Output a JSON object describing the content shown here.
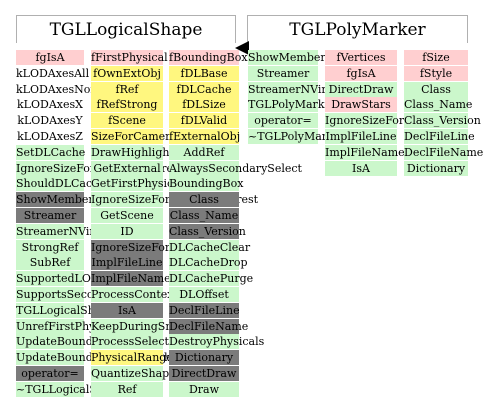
{
  "classes": [
    {
      "id": "tgllogicalshape",
      "title": "TGLLogicalShape"
    },
    {
      "id": "tglpolymarker",
      "title": "TGLPolyMarker"
    }
  ],
  "tgllogicalshape": {
    "col1": [
      {
        "t": "fgIsA",
        "c": "pink"
      },
      {
        "t": "kLODAxesAll",
        "c": "white"
      },
      {
        "t": "kLODAxesNone",
        "c": "white"
      },
      {
        "t": "kLODAxesX",
        "c": "white"
      },
      {
        "t": "kLODAxesY",
        "c": "white"
      },
      {
        "t": "kLODAxesZ",
        "c": "white"
      },
      {
        "t": "SetDLCache",
        "c": "green"
      },
      {
        "t": "IgnoreSizeForCameraInterest",
        "c": "green"
      },
      {
        "t": "ShouldDLCache",
        "c": "green"
      },
      {
        "t": "ShowMembers",
        "c": "gray"
      },
      {
        "t": "Streamer",
        "c": "gray"
      },
      {
        "t": "StreamerNVirtual",
        "c": "green"
      },
      {
        "t": "StrongRef",
        "c": "green"
      },
      {
        "t": "SubRef",
        "c": "green"
      },
      {
        "t": "SupportedLODAxes",
        "c": "green"
      },
      {
        "t": "SupportsSecondarySelect",
        "c": "green"
      },
      {
        "t": "TGLLogicalShape",
        "c": "green"
      },
      {
        "t": "UnrefFirstPhysical",
        "c": "green"
      },
      {
        "t": "UpdateBoundingBox",
        "c": "green"
      },
      {
        "t": "UpdateBoundingBoxesOfPhysicals",
        "c": "green"
      },
      {
        "t": "operator=",
        "c": "gray"
      },
      {
        "t": "~TGLLogicalShape",
        "c": "green"
      }
    ],
    "col2": [
      {
        "t": "fFirstPhysical",
        "c": "pink"
      },
      {
        "t": "fOwnExtObj",
        "c": "yellow"
      },
      {
        "t": "fRef",
        "c": "yellow"
      },
      {
        "t": "fRefStrong",
        "c": "yellow"
      },
      {
        "t": "fScene",
        "c": "yellow"
      },
      {
        "t": "SizeForCameraInterest",
        "c": "yellow"
      },
      {
        "t": "DrawHighlight",
        "c": "green"
      },
      {
        "t": "GetExternal",
        "c": "green"
      },
      {
        "t": "GetFirstPhysical",
        "c": "green"
      },
      {
        "t": "IgnoreSizeForCameraInterest",
        "c": "green"
      },
      {
        "t": "GetScene",
        "c": "green"
      },
      {
        "t": "ID",
        "c": "green"
      },
      {
        "t": "IgnoreSizeForOfInterest",
        "c": "gray"
      },
      {
        "t": "ImplFileLine",
        "c": "gray"
      },
      {
        "t": "ImplFileName",
        "c": "gray"
      },
      {
        "t": "ProcessContextMenu",
        "c": "green"
      },
      {
        "t": "IsA",
        "c": "gray"
      },
      {
        "t": "KeepDuringSmartRefresh",
        "c": "green"
      },
      {
        "t": "ProcessSelection",
        "c": "green"
      },
      {
        "t": "PhysicalRange",
        "c": "yellow"
      },
      {
        "t": "QuantizeShapeLOD",
        "c": "green"
      },
      {
        "t": "Ref",
        "c": "green"
      }
    ],
    "col3": [
      {
        "t": "fBoundingBox",
        "c": "pink"
      },
      {
        "t": "fDLBase",
        "c": "yellow"
      },
      {
        "t": "fDLCache",
        "c": "yellow"
      },
      {
        "t": "fDLSize",
        "c": "yellow"
      },
      {
        "t": "fDLValid",
        "c": "yellow"
      },
      {
        "t": "fExternalObj",
        "c": "yellow"
      },
      {
        "t": "AddRef",
        "c": "green"
      },
      {
        "t": "AlwaysSecondarySelect",
        "c": "green"
      },
      {
        "t": "BoundingBox",
        "c": "green"
      },
      {
        "t": "Class",
        "c": "gray"
      },
      {
        "t": "Class_Name",
        "c": "gray"
      },
      {
        "t": "Class_Version",
        "c": "gray"
      },
      {
        "t": "DLCacheClear",
        "c": "green"
      },
      {
        "t": "DLCacheDrop",
        "c": "green"
      },
      {
        "t": "DLCachePurge",
        "c": "green"
      },
      {
        "t": "DLOffset",
        "c": "green"
      },
      {
        "t": "DeclFileLine",
        "c": "gray"
      },
      {
        "t": "DeclFileName",
        "c": "gray"
      },
      {
        "t": "DestroyPhysicals",
        "c": "green"
      },
      {
        "t": "Dictionary",
        "c": "gray"
      },
      {
        "t": "DirectDraw",
        "c": "gray"
      },
      {
        "t": "Draw",
        "c": "green"
      }
    ]
  },
  "tglpolymarker": {
    "col1": [
      {
        "t": "ShowMembers",
        "c": "green"
      },
      {
        "t": "Streamer",
        "c": "green"
      },
      {
        "t": "StreamerNVirtual",
        "c": "green"
      },
      {
        "t": "TGLPolyMarker",
        "c": "green"
      },
      {
        "t": "operator=",
        "c": "green"
      },
      {
        "t": "~TGLPolyMarker",
        "c": "green"
      }
    ],
    "col2": [
      {
        "t": "fVertices",
        "c": "pink"
      },
      {
        "t": "fgIsA",
        "c": "pink"
      },
      {
        "t": "DirectDraw",
        "c": "green"
      },
      {
        "t": "DrawStars",
        "c": "pink"
      },
      {
        "t": "IgnoreSizeForOfInterest",
        "c": "green"
      },
      {
        "t": "ImplFileLine",
        "c": "green"
      },
      {
        "t": "ImplFileName",
        "c": "green"
      },
      {
        "t": "IsA",
        "c": "green"
      }
    ],
    "col3": [
      {
        "t": "fSize",
        "c": "pink"
      },
      {
        "t": "fStyle",
        "c": "pink"
      },
      {
        "t": "Class",
        "c": "green"
      },
      {
        "t": "Class_Name",
        "c": "green"
      },
      {
        "t": "Class_Version",
        "c": "green"
      },
      {
        "t": "DeclFileLine",
        "c": "green"
      },
      {
        "t": "DeclFileName",
        "c": "green"
      },
      {
        "t": "Dictionary",
        "c": "green"
      }
    ]
  }
}
